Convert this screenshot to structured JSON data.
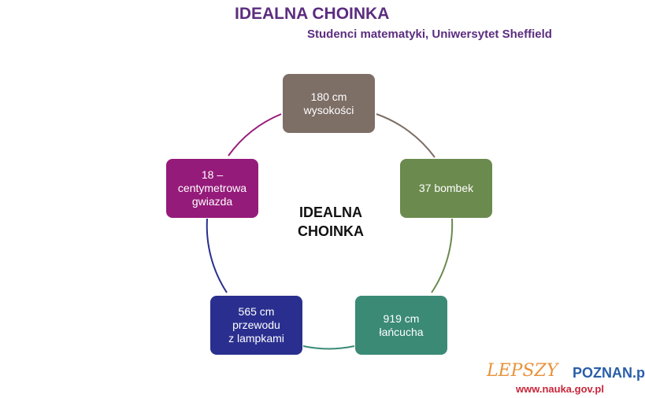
{
  "header": {
    "title": "IDEALNA CHOINKA",
    "subtitle": "Studenci matematyki, Uniwersytet Sheffield"
  },
  "diagram": {
    "center": "IDEALNA\nCHOINKA",
    "nodes": [
      {
        "label": "180 cm\nwysokości",
        "color": "#7d6e66"
      },
      {
        "label": "37 bombek",
        "color": "#6b8a4e"
      },
      {
        "label": "919 cm\nłańcucha",
        "color": "#3a8a76"
      },
      {
        "label": "565 cm\nprzewodu\nz lampkami",
        "color": "#2a2f8f"
      },
      {
        "label": "18 –\ncentymetrowa\ngwiazda",
        "color": "#951b7a"
      }
    ]
  },
  "watermark": {
    "brand1": "LEPSZY",
    "brand2": "POZNAN.pl",
    "url": "www.nauka.gov.pl"
  }
}
